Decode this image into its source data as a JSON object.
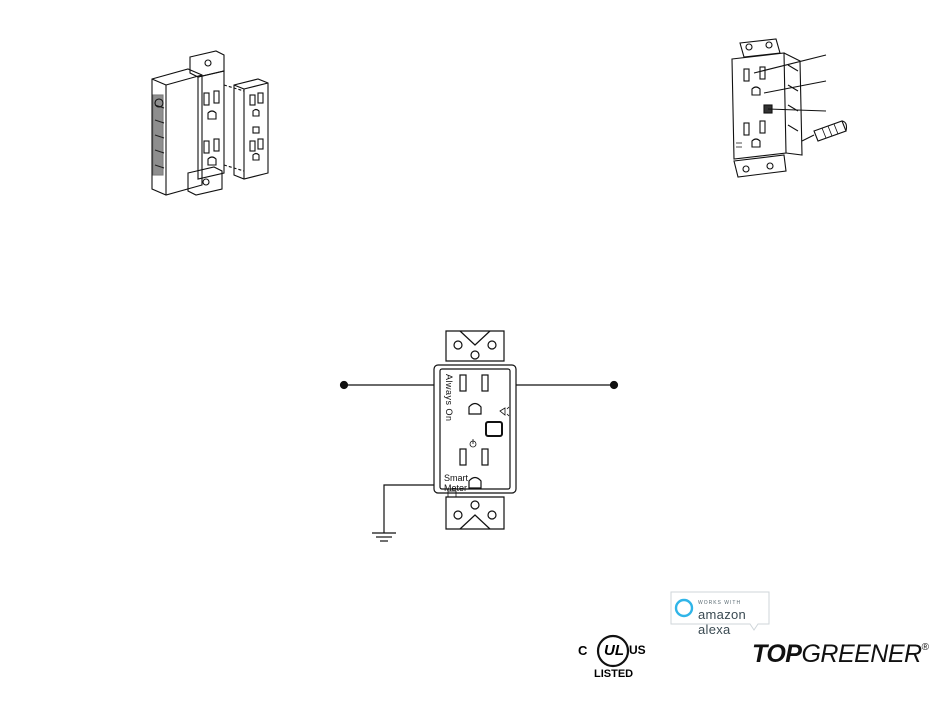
{
  "diagram": {
    "label_always_on": "Always On",
    "label_smart_meter_line1": "Smart",
    "label_smart_meter_line2": "Meter"
  },
  "badges": {
    "alexa_small": "WORKS WITH",
    "alexa_big": "amazon alexa",
    "ul_c": "C",
    "ul_mark": "UL",
    "ul_us": "US",
    "ul_listed": "LISTED",
    "brand_bold": "TOP",
    "brand_thin": "GREENER",
    "brand_reg": "®"
  },
  "colors": {
    "line": "#111111",
    "alexa_blue": "#30b5e8"
  }
}
